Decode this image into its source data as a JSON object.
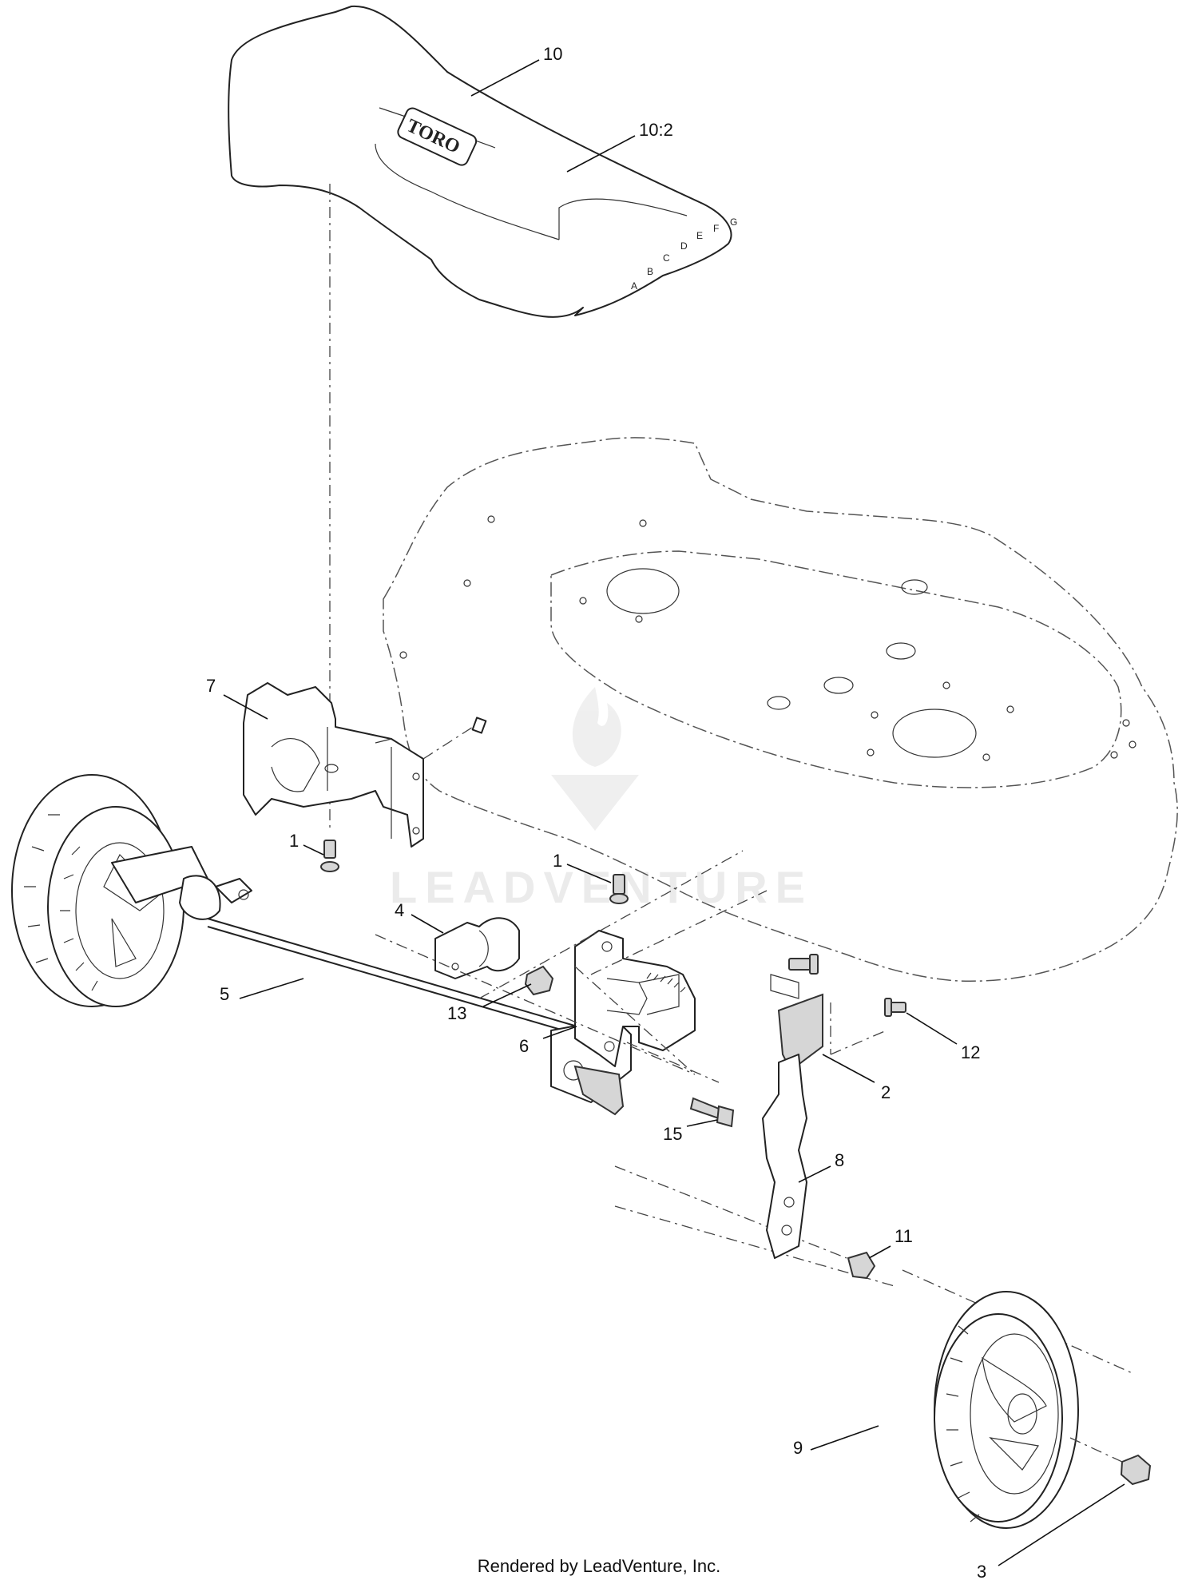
{
  "diagram": {
    "brand_logo_text": "TORO",
    "height_letters": [
      "A",
      "B",
      "C",
      "D",
      "E",
      "F",
      "G"
    ],
    "watermark_text": "LEADVENTURE",
    "callouts": {
      "c10": "10",
      "c10_2": "10:2",
      "c7": "7",
      "c1a": "1",
      "c1b": "1",
      "c4": "4",
      "c5": "5",
      "c13": "13",
      "c6": "6",
      "c12": "12",
      "c2": "2",
      "c15": "15",
      "c8": "8",
      "c11": "11",
      "c9": "9",
      "c3": "3"
    }
  },
  "footer": {
    "text": "Rendered by LeadVenture, Inc."
  }
}
